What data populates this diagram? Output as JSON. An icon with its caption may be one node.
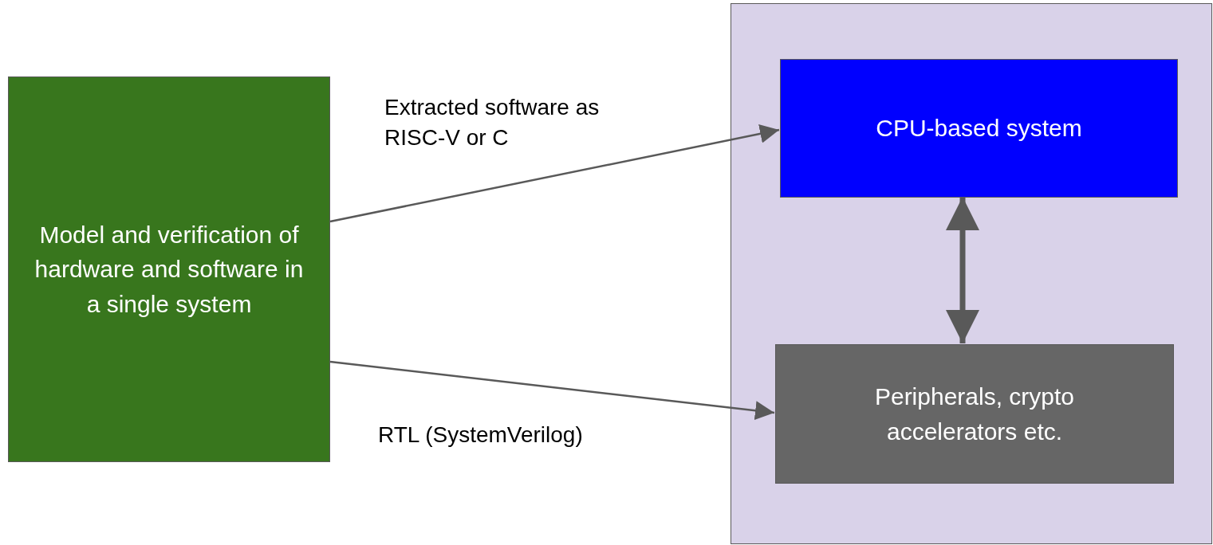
{
  "diagram": {
    "nodes": [
      {
        "text": [
          "Model and verification of hardware and software in a single system"
        ]
      },
      {
        "text": [],
        "shape": "box"
      },
      {
        "text": [
          "CPU-based system"
        ],
        "in": 1
      },
      {
        "text": [
          "Peripherals, crypto accelerators etc."
        ],
        "in": 1
      }
    ],
    "edges": [
      {
        "from": 0,
        "to": 2,
        "arrow": "to",
        "label": "Extracted software as RISC-V or C"
      },
      {
        "from": 0,
        "to": 3,
        "arrow": "to",
        "label": "RTL (SystemVerilog)"
      },
      {
        "from": 2,
        "to": 3,
        "arrow": "both",
        "style": "thick"
      }
    ]
  }
}
